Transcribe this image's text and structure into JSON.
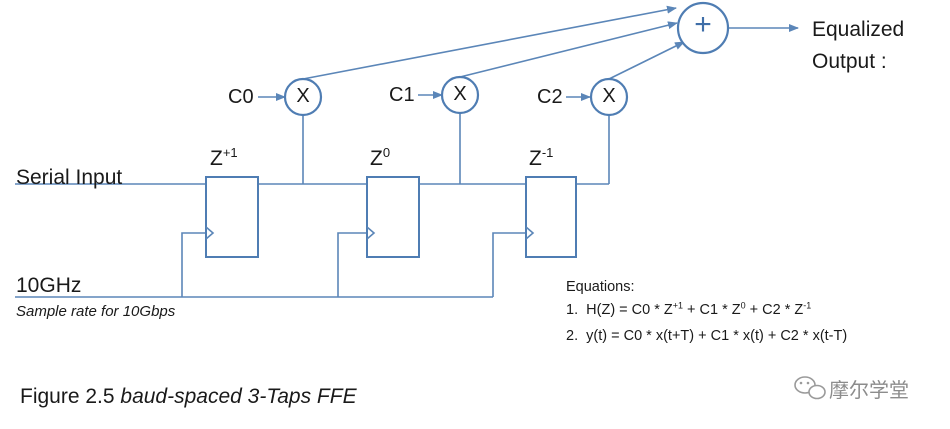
{
  "inputs": {
    "serial_input": "Serial Input",
    "clock": "10GHz",
    "clock_note": "Sample rate for 10Gbps"
  },
  "delays": [
    {
      "base": "Z",
      "exp": "+1"
    },
    {
      "base": "Z",
      "exp": "0"
    },
    {
      "base": "Z",
      "exp": "-1"
    }
  ],
  "coefficients": [
    "C0",
    "C1",
    "C2"
  ],
  "multiplier_symbol": "X",
  "adder_symbol": "+",
  "output": {
    "line1": "Equalized",
    "line2": "Output :"
  },
  "equations": {
    "title": "Equations:",
    "eq1": {
      "num": "1.",
      "lhs": "H(Z) = C0 * Z",
      "exp1": "+1",
      "mid1": " + C1 * Z",
      "exp2": "0",
      "mid2": " + C2 * Z",
      "exp3": "-1"
    },
    "eq2": {
      "num": "2.",
      "text": "y(t) = C0  * x(t+T) + C1 * x(t) + C2 * x(t-T)"
    }
  },
  "caption": {
    "prefix": "Figure 2.5 ",
    "emph": "baud-spaced 3-Taps FFE"
  },
  "watermark": "摩尔学堂"
}
